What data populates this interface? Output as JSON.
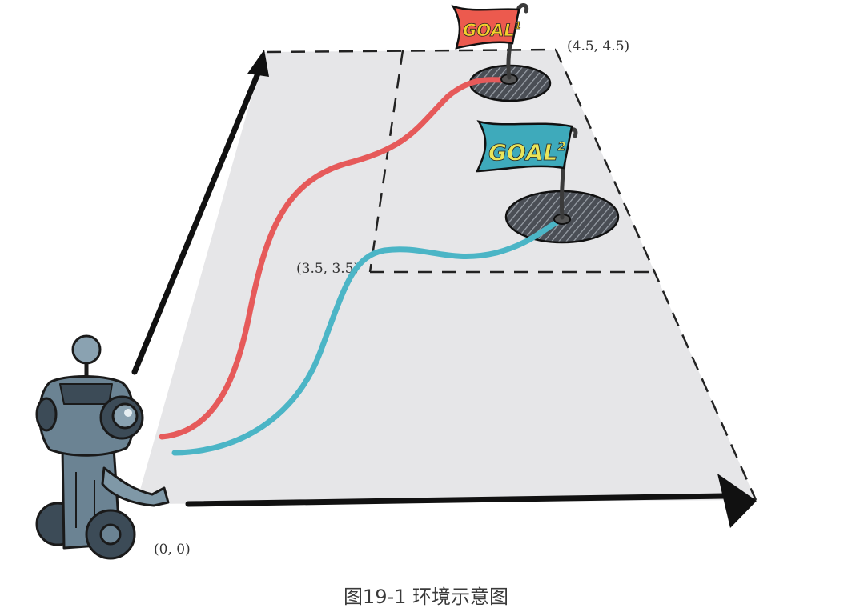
{
  "diagram": {
    "labels": {
      "origin": "(0, 0)",
      "inner_corner": "(3.5, 3.5)",
      "far_corner": "(4.5, 4.5)"
    },
    "goals": [
      {
        "text": "GOAL",
        "sup": "1",
        "flag_color": "#ec5a4e",
        "text_color": "#f4d02c",
        "path_color": "#e65a5a"
      },
      {
        "text": "GOAL",
        "sup": "2",
        "flag_color": "#3eaabb",
        "text_color": "#e9e55a",
        "path_color": "#4bb5c6"
      }
    ],
    "colors": {
      "plane": "#e6e6e8",
      "robot_body": "#6b8393",
      "robot_dark": "#3c4b57"
    }
  },
  "caption": "图19-1 环境示意图"
}
